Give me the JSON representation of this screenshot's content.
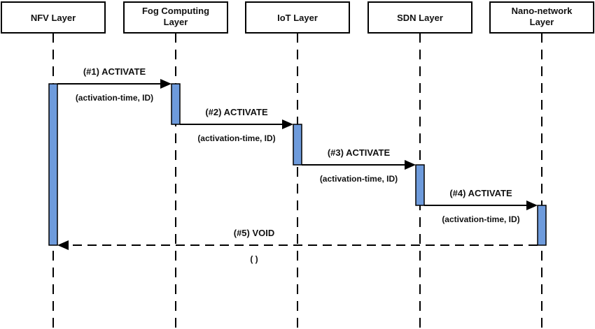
{
  "diagram": {
    "type": "sequence-diagram",
    "participants": [
      {
        "id": "nfv",
        "lines": [
          "NFV Layer"
        ]
      },
      {
        "id": "fog",
        "lines": [
          "Fog Computing",
          "Layer"
        ]
      },
      {
        "id": "iot",
        "lines": [
          "IoT Layer"
        ]
      },
      {
        "id": "sdn",
        "lines": [
          "SDN Layer"
        ]
      },
      {
        "id": "nano",
        "lines": [
          "Nano-network",
          "Layer"
        ]
      }
    ],
    "messages": [
      {
        "from": "nfv",
        "to": "fog",
        "label": "(#1) ACTIVATE",
        "params": "(activation-time, ID)",
        "style": "solid"
      },
      {
        "from": "fog",
        "to": "iot",
        "label": "(#2) ACTIVATE",
        "params": "(activation-time, ID)",
        "style": "solid"
      },
      {
        "from": "iot",
        "to": "sdn",
        "label": "(#3) ACTIVATE",
        "params": "(activation-time, ID)",
        "style": "solid"
      },
      {
        "from": "sdn",
        "to": "nano",
        "label": "(#4) ACTIVATE",
        "params": "(activation-time, ID)",
        "style": "solid"
      },
      {
        "from": "nano",
        "to": "nfv",
        "label": "(#5) VOID",
        "params": "( )",
        "style": "dashed"
      }
    ],
    "colors": {
      "activation_fill": "#6e9bdc",
      "line": "#000000",
      "text": "#111111"
    }
  }
}
